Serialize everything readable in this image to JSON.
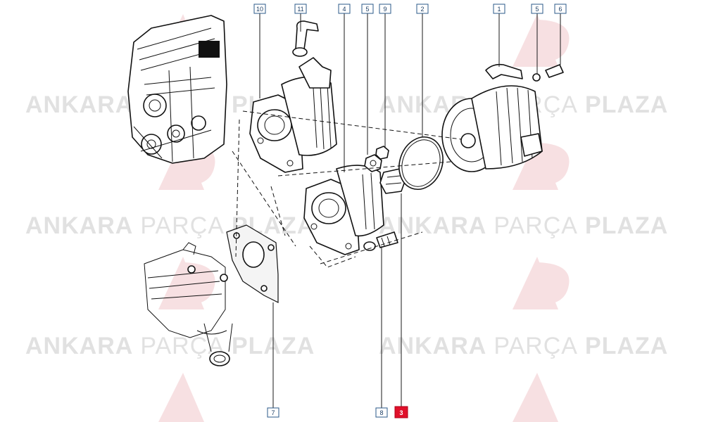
{
  "watermark": {
    "word_bold_1": "ANKARA",
    "word_light": "PARÇA",
    "word_bold_2": "PLAZA",
    "logo_letters": "AP"
  },
  "callouts": [
    {
      "label": "10",
      "highlighted": false
    },
    {
      "label": "11",
      "highlighted": false
    },
    {
      "label": "4",
      "highlighted": false
    },
    {
      "label": "5",
      "highlighted": false
    },
    {
      "label": "9",
      "highlighted": false
    },
    {
      "label": "2",
      "highlighted": false
    },
    {
      "label": "1",
      "highlighted": false
    },
    {
      "label": "5",
      "highlighted": false
    },
    {
      "label": "6",
      "highlighted": false
    },
    {
      "label": "7",
      "highlighted": false
    },
    {
      "label": "8",
      "highlighted": false
    },
    {
      "label": "3",
      "highlighted": true
    }
  ],
  "colors": {
    "callout_border": "#2b5a8a",
    "highlight": "#e0102a",
    "watermark": "#c9c9c9"
  }
}
